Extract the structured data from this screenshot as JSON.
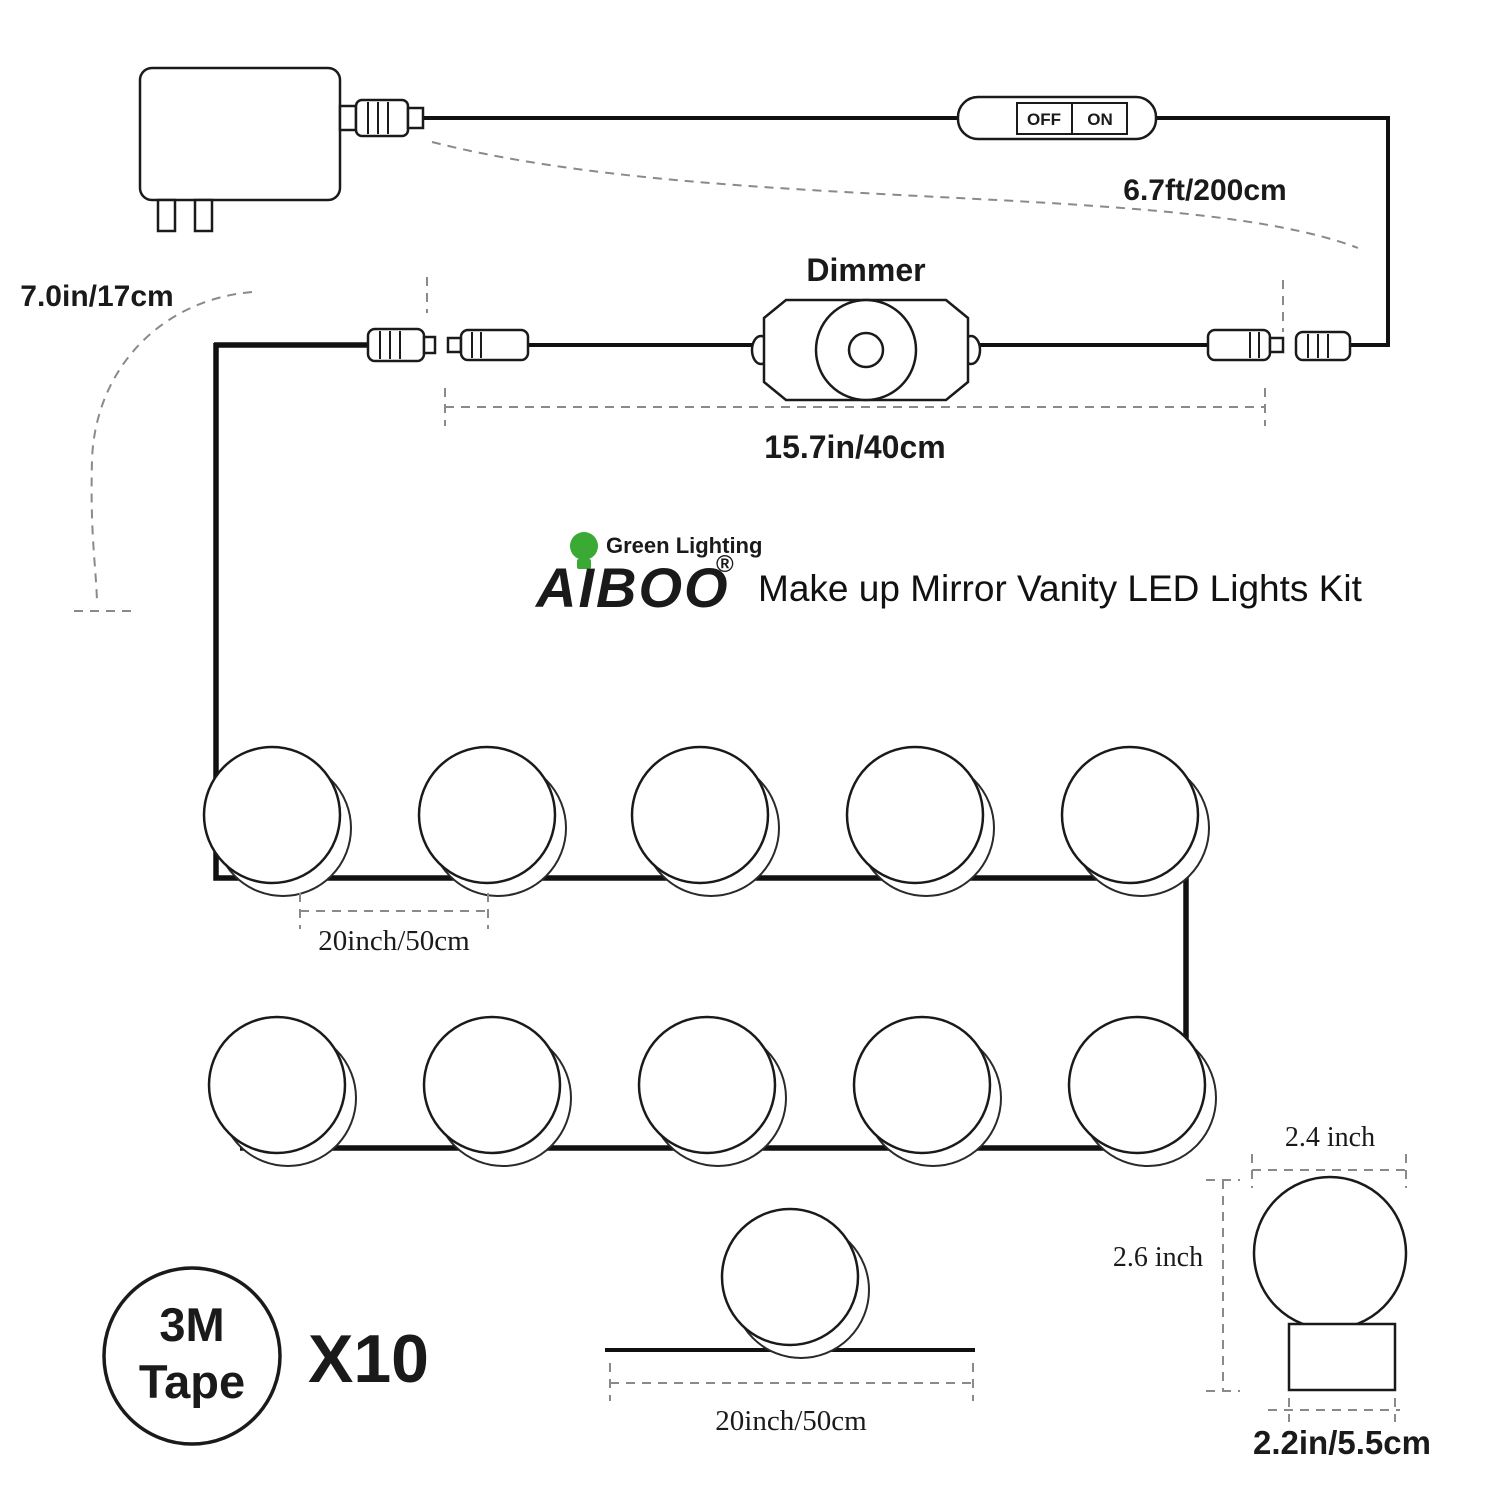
{
  "logo": {
    "tagline": "Green Lighting",
    "brand": "AIBOO",
    "registered": "®",
    "title": "Make up Mirror Vanity LED Lights Kit"
  },
  "switch": {
    "off": "OFF",
    "on": "ON"
  },
  "dimmer": {
    "label": "Dimmer"
  },
  "measurements": {
    "power_cable": "6.7ft/200cm",
    "lead_wire": "7.0in/17cm",
    "dimmer_cable": "15.7in/40cm",
    "bulb_spacing": "20inch/50cm",
    "strip_span": "20inch/50cm",
    "bulb_width": "2.4 inch",
    "bulb_height": "2.6 inch",
    "bulb_base": "2.2in/5.5cm"
  },
  "accessories": {
    "tape_line1": "3M",
    "tape_line2": "Tape",
    "quantity": "X10"
  },
  "colors": {
    "brand_green": "#3aaa35",
    "brand_blue": "#1d3c8f"
  }
}
